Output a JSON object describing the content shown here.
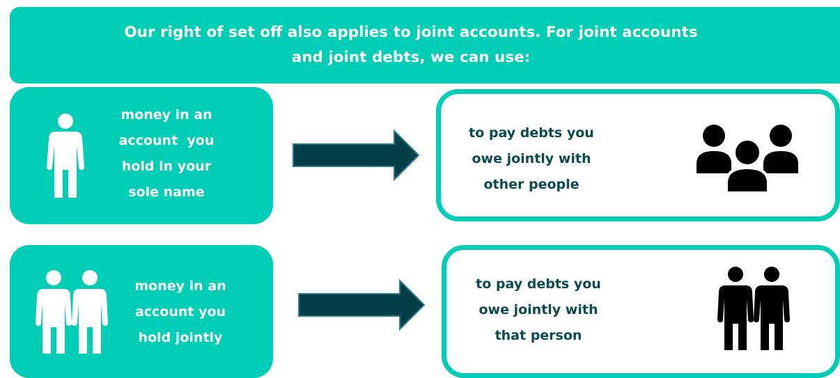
{
  "header": {
    "lines": [
      "Our right of set off also applies to joint accounts. For joint accounts",
      "and joint debts, we can use:"
    ]
  },
  "rows": [
    {
      "source": {
        "icon": "single-person-icon",
        "lines": [
          "money in an",
          "account  you",
          "hold in your",
          "sole name"
        ]
      },
      "arrow": "right-arrow-icon",
      "target": {
        "icon": "group-people-icon",
        "lines": [
          "to pay debts you",
          "owe jointly with",
          "other people"
        ]
      }
    },
    {
      "source": {
        "icon": "two-people-icon",
        "lines": [
          "money in an",
          "account you",
          "hold jointly"
        ]
      },
      "arrow": "right-arrow-icon",
      "target": {
        "icon": "two-people-icon",
        "lines": [
          "to pay debts you",
          "owe jointly with",
          "that person"
        ]
      }
    }
  ],
  "colors": {
    "teal": "#00cdb5",
    "arrow_fill": "#023d4a",
    "arrow_stroke": "#2a7e8a",
    "target_text": "#0a4a50",
    "icon_dark": "#000000",
    "icon_light": "#ffffff"
  }
}
